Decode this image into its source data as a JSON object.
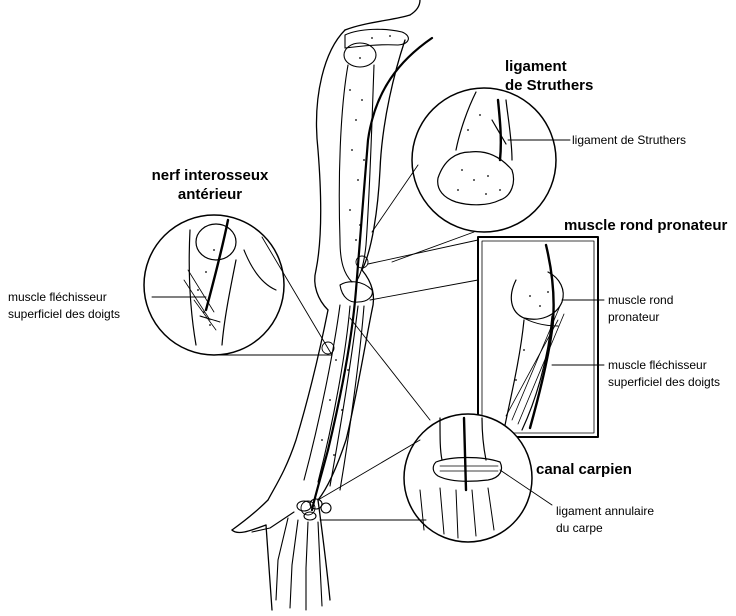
{
  "colors": {
    "ink": "#000000",
    "background": "#ffffff"
  },
  "labels": {
    "struthers_title": [
      "ligament",
      "de Struthers"
    ],
    "struthers_callout": "ligament de Struthers",
    "interosseous_title": [
      "nerf interosseux",
      "antérieur"
    ],
    "flexor_left": [
      "muscle fléchisseur",
      "superficiel des doigts"
    ],
    "pronator_title": "muscle rond pronateur",
    "pronator_callout": [
      "muscle rond",
      "pronateur"
    ],
    "flexor_right": [
      "muscle fléchisseur",
      "superficiel des doigts"
    ],
    "carpal_title": "canal carpien",
    "carpal_ligament": [
      "ligament annulaire",
      "du carpe"
    ]
  }
}
